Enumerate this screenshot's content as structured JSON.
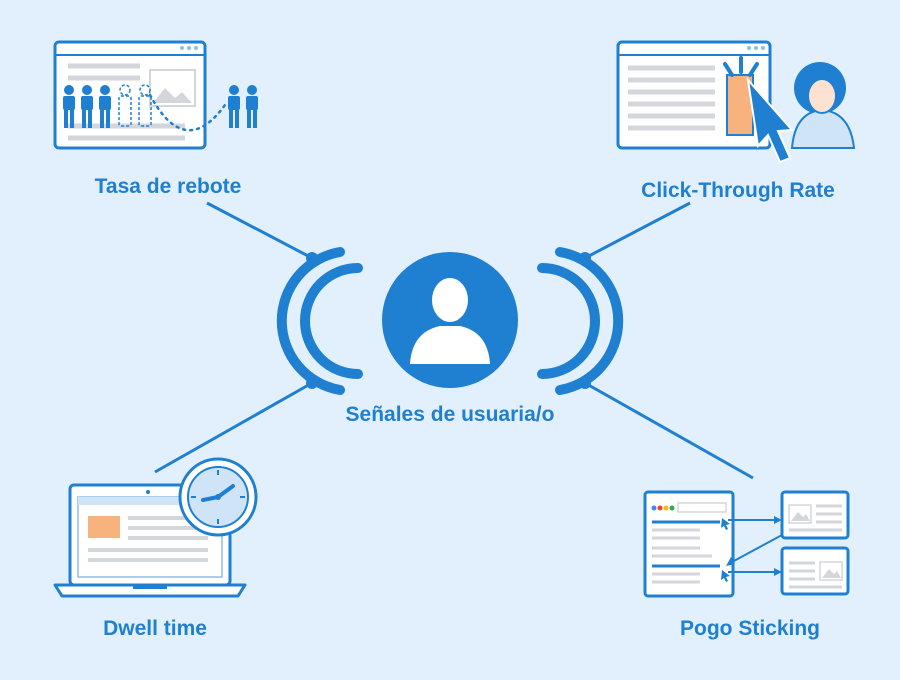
{
  "center": {
    "label": "Señales de usuaria/o",
    "icon": "user-silhouette-icon"
  },
  "nodes": [
    {
      "id": "bounce-rate",
      "label": "Tasa de rebote",
      "icon": "bounce-rate-illustration"
    },
    {
      "id": "ctr",
      "label": "Click-Through Rate",
      "icon": "click-through-illustration"
    },
    {
      "id": "dwell-time",
      "label": "Dwell time",
      "icon": "dwell-time-illustration"
    },
    {
      "id": "pogo-sticking",
      "label": "Pogo Sticking",
      "icon": "pogo-sticking-illustration"
    }
  ],
  "colors": {
    "background": "#e1f0fc",
    "primary": "#1f7fd0",
    "light_panel": "#ffffff",
    "gray_line": "#c9ccd1",
    "accent_orange": "#f7b27d"
  }
}
